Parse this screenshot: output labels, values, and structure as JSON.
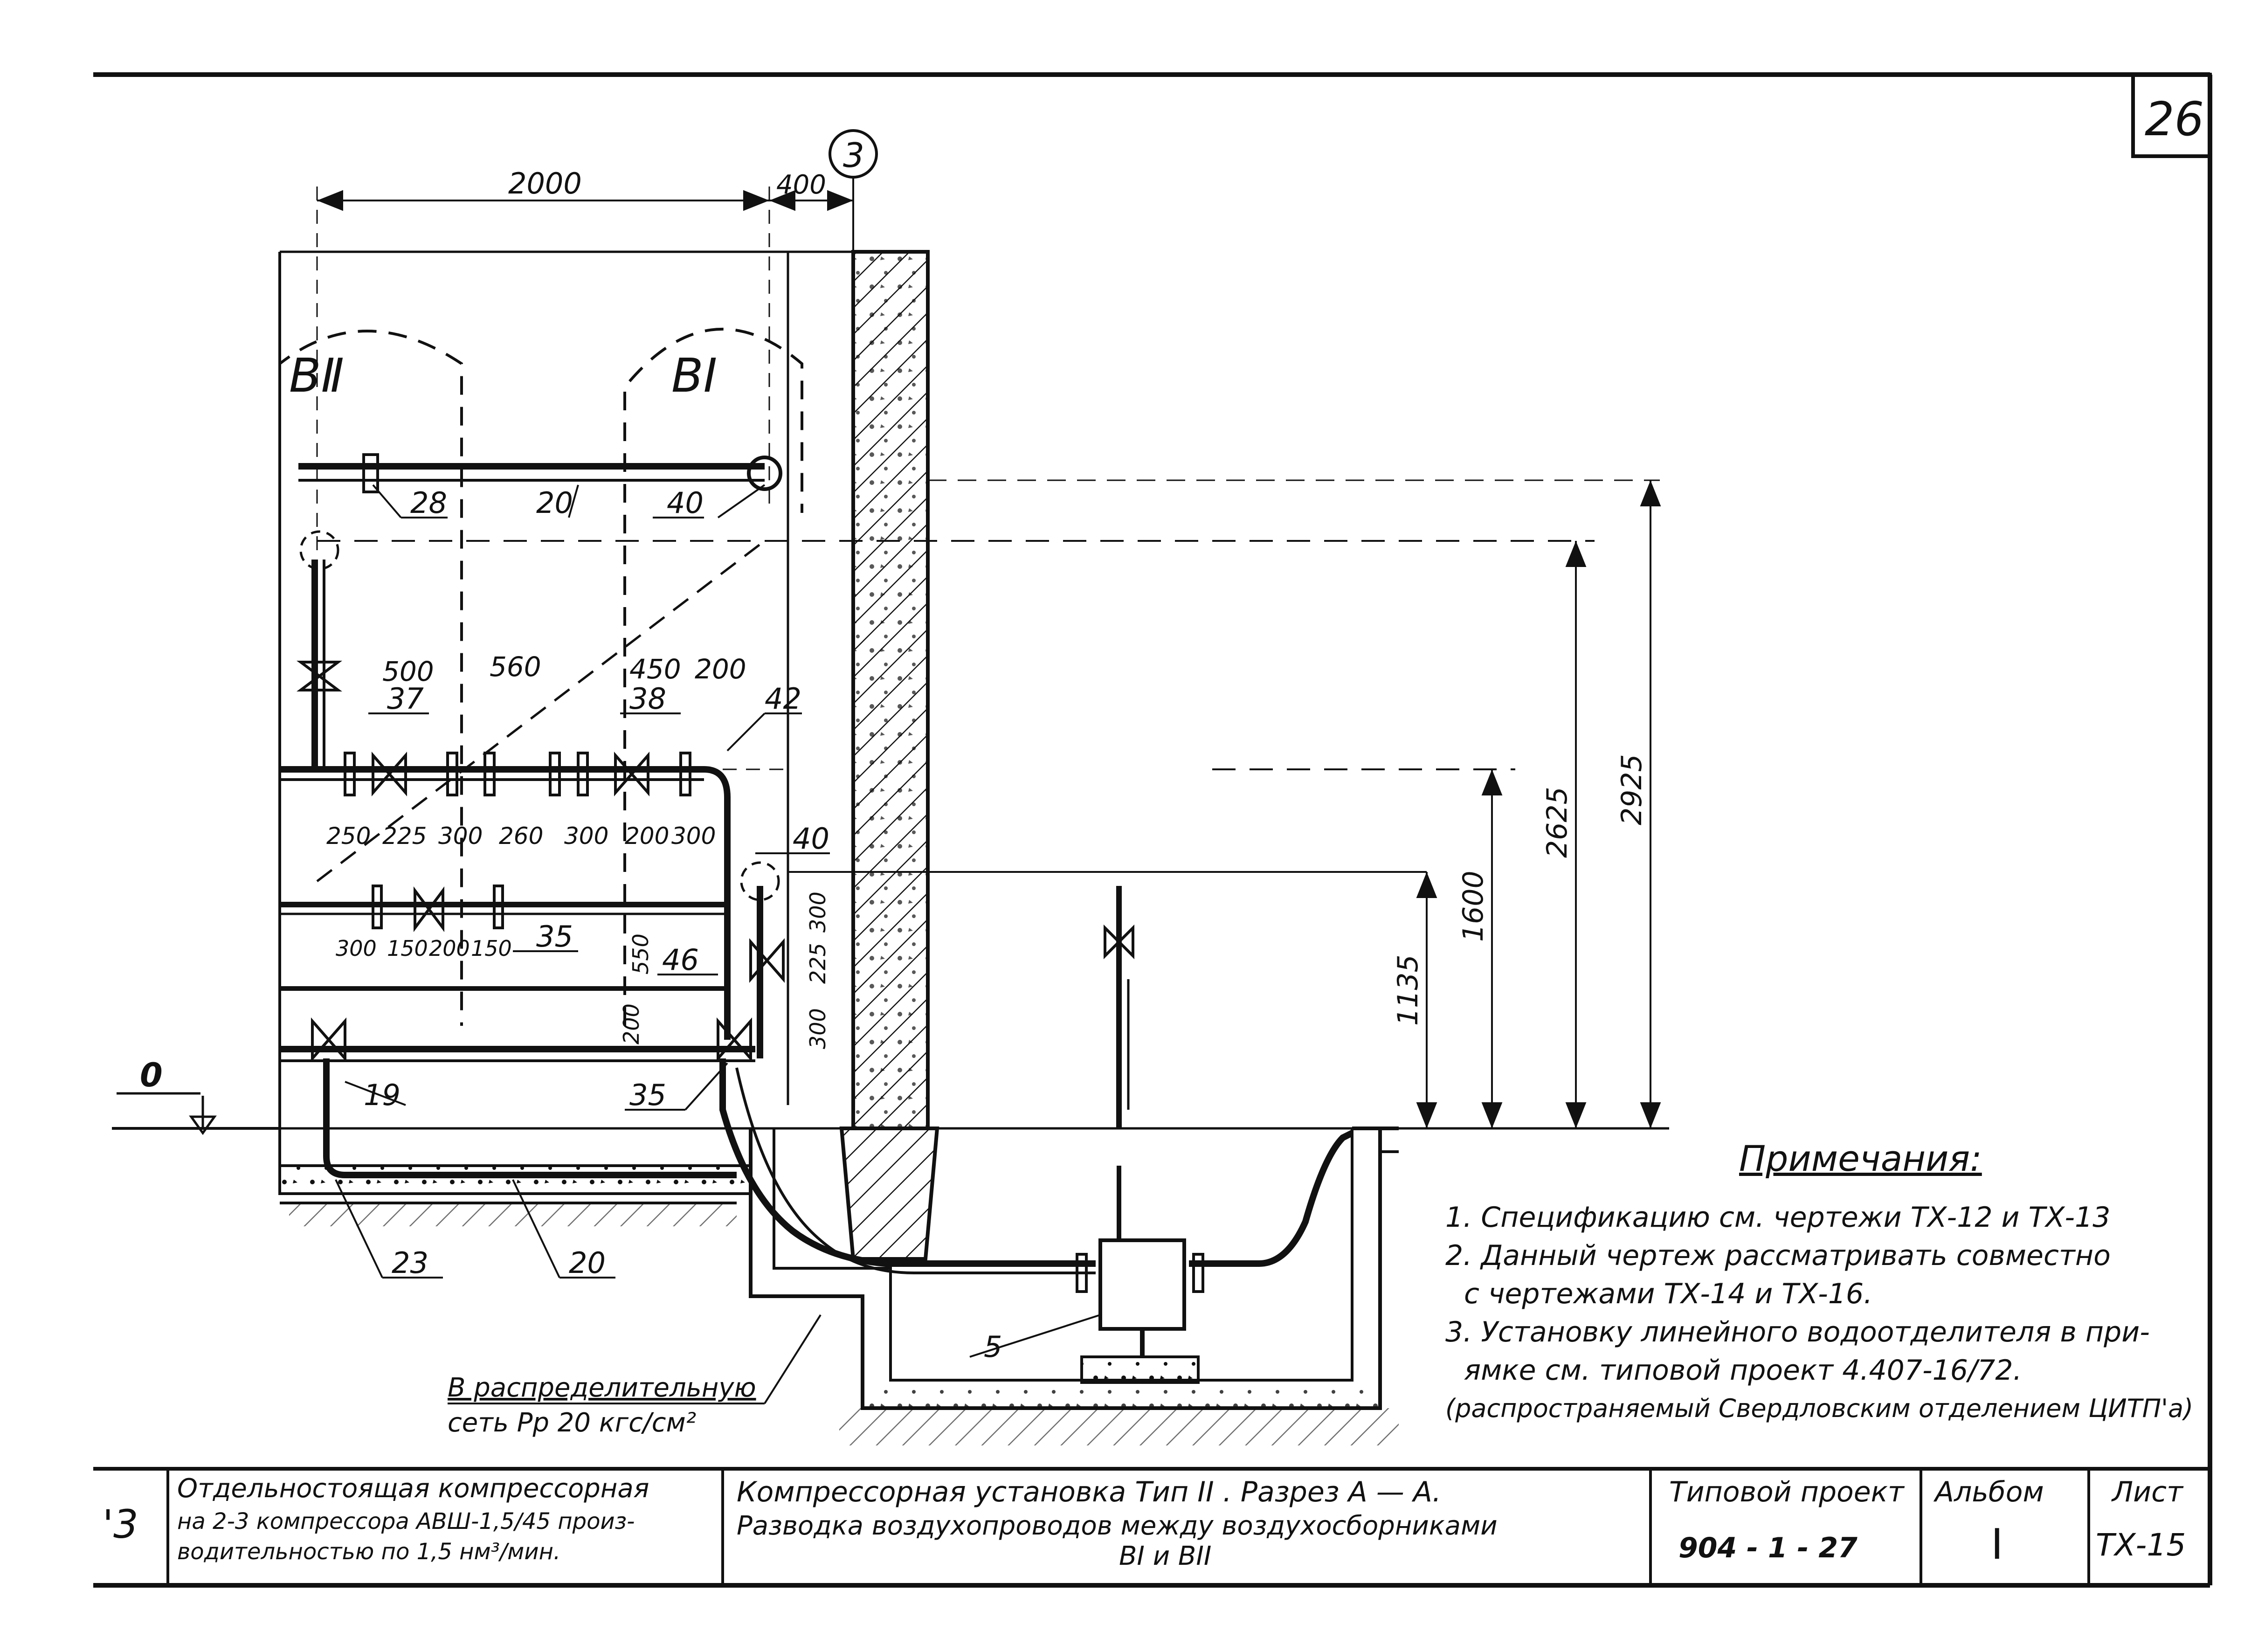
{
  "sheet_number": "26",
  "axis_marker": "3",
  "vessel_labels": {
    "left": "BⅡ",
    "right": "BI"
  },
  "level_mark": "0",
  "dimensions": {
    "top": [
      "2000",
      "400"
    ],
    "row1": [
      "500",
      "560",
      "450",
      "200"
    ],
    "row2": [
      "250",
      "225",
      "300",
      "260",
      "300",
      "200",
      "300"
    ],
    "row3": [
      "300",
      "150",
      "200",
      "150"
    ],
    "vertical_small": [
      "300",
      "225",
      "300",
      "550",
      "200"
    ],
    "heights": [
      "1135",
      "1600",
      "2625",
      "2925"
    ]
  },
  "position_numbers": [
    "28",
    "20",
    "40",
    "37",
    "38",
    "42",
    "40",
    "35",
    "46",
    "19",
    "35",
    "23",
    "20",
    "5"
  ],
  "destination_note": {
    "line1": "В распределительную",
    "line2": "сеть Рр 20 кгс/см²"
  },
  "notes": {
    "title": "Примечания:",
    "items": [
      "1. Спецификацию см. чертежи ТХ-12 и ТХ-13",
      "2. Данный чертеж рассматривать совместно",
      "с чертежами ТХ-14 и ТХ-16.",
      "3. Установку линейного водоотделителя в при-",
      "ямке см. типовой проект 4.407-16/72.",
      "(распространяемый Свердловским отделением ЦИТП'а)"
    ]
  },
  "title_block": {
    "left_code": "'3",
    "object_line1": "Отдельностоящая компрессорная",
    "object_line2": "на 2-3 компрессора АВШ-1,5/45 произ-",
    "object_line3": "водительностью по 1,5 нм³/мин.",
    "drawing_line1": "Компрессорная установка Тип II . Разрез А — А.",
    "drawing_line2": "Разводка воздухопроводов между воздухосборниками",
    "drawing_line3": "BI и BII",
    "project_label": "Типовой проект",
    "project_value": "904 - 1 - 27",
    "album_label": "Альбом",
    "album_value": "I",
    "sheet_label": "Лист",
    "sheet_value": "ТХ-15"
  }
}
